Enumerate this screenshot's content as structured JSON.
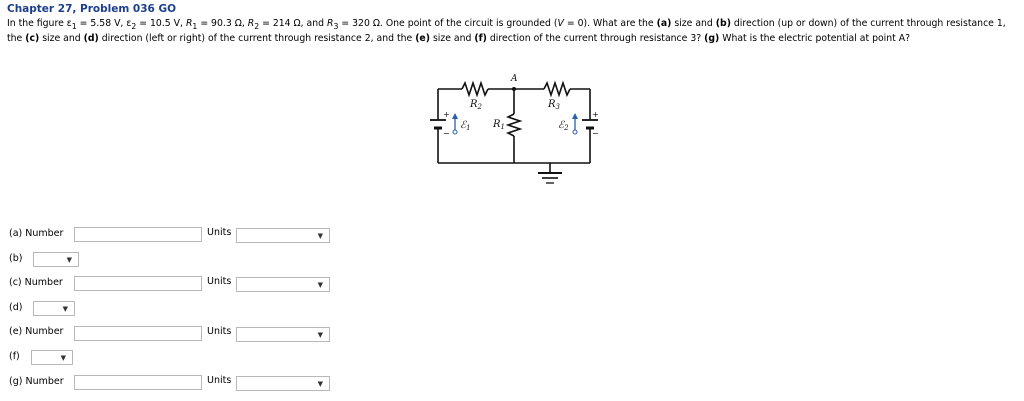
{
  "header": {
    "title": "Chapter 27, Problem 036 GO"
  },
  "problem": {
    "intro": "In the figure ε",
    "e1_sub": "1",
    "e1_val": " = 5.58 V, ε",
    "e2_sub": "2",
    "e2_val": " = 10.5 V, ",
    "r1": "R",
    "r1_sub": "1",
    "r1_val": " = 90.3 Ω, ",
    "r2": "R",
    "r2_sub": "2",
    "r2_val": " = 214 Ω, and ",
    "r3": "R",
    "r3_sub": "3",
    "r3_val": " = 320 Ω. One point of the circuit is grounded (",
    "v": "V",
    "v_val": " = 0). What are the ",
    "a": "(a)",
    "a_txt": " size and ",
    "b": "(b)",
    "b_txt": " direction (up or down) of the current through resistance 1, the ",
    "c": "(c)",
    "c_txt": " size and ",
    "d": "(d)",
    "d_txt": " direction (left or right) of the current through resistance 2, and the ",
    "e": "(e)",
    "e_txt": " size and ",
    "f": "(f)",
    "f_txt": " direction of the current through resistance 3? ",
    "g": "(g)",
    "g_txt": " What is the electric potential at point A?"
  },
  "figure": {
    "label_A": "A",
    "label_R1": "R",
    "label_R1_sub": "1",
    "label_R2": "R",
    "label_R2_sub": "2",
    "label_R3": "R",
    "label_R3_sub": "3",
    "label_E1": "ℰ",
    "label_E1_sub": "1",
    "label_E2": "ℰ",
    "label_E2_sub": "2",
    "plus": "+",
    "minus": "−"
  },
  "answers": {
    "a_label": "(a) Number",
    "a_units": "Units",
    "b_label": "(b)",
    "c_label": "(c) Number",
    "c_units": "Units",
    "d_label": "(d)",
    "e_label": "(e) Number",
    "e_units": "Units",
    "f_label": "(f)",
    "g_label": "(g) Number",
    "g_units": "Units",
    "arrow": "▼"
  },
  "colors": {
    "title": "#1c3f8c",
    "input_border": "#b8b8b8",
    "battery_accent": "#2a5fb0"
  }
}
